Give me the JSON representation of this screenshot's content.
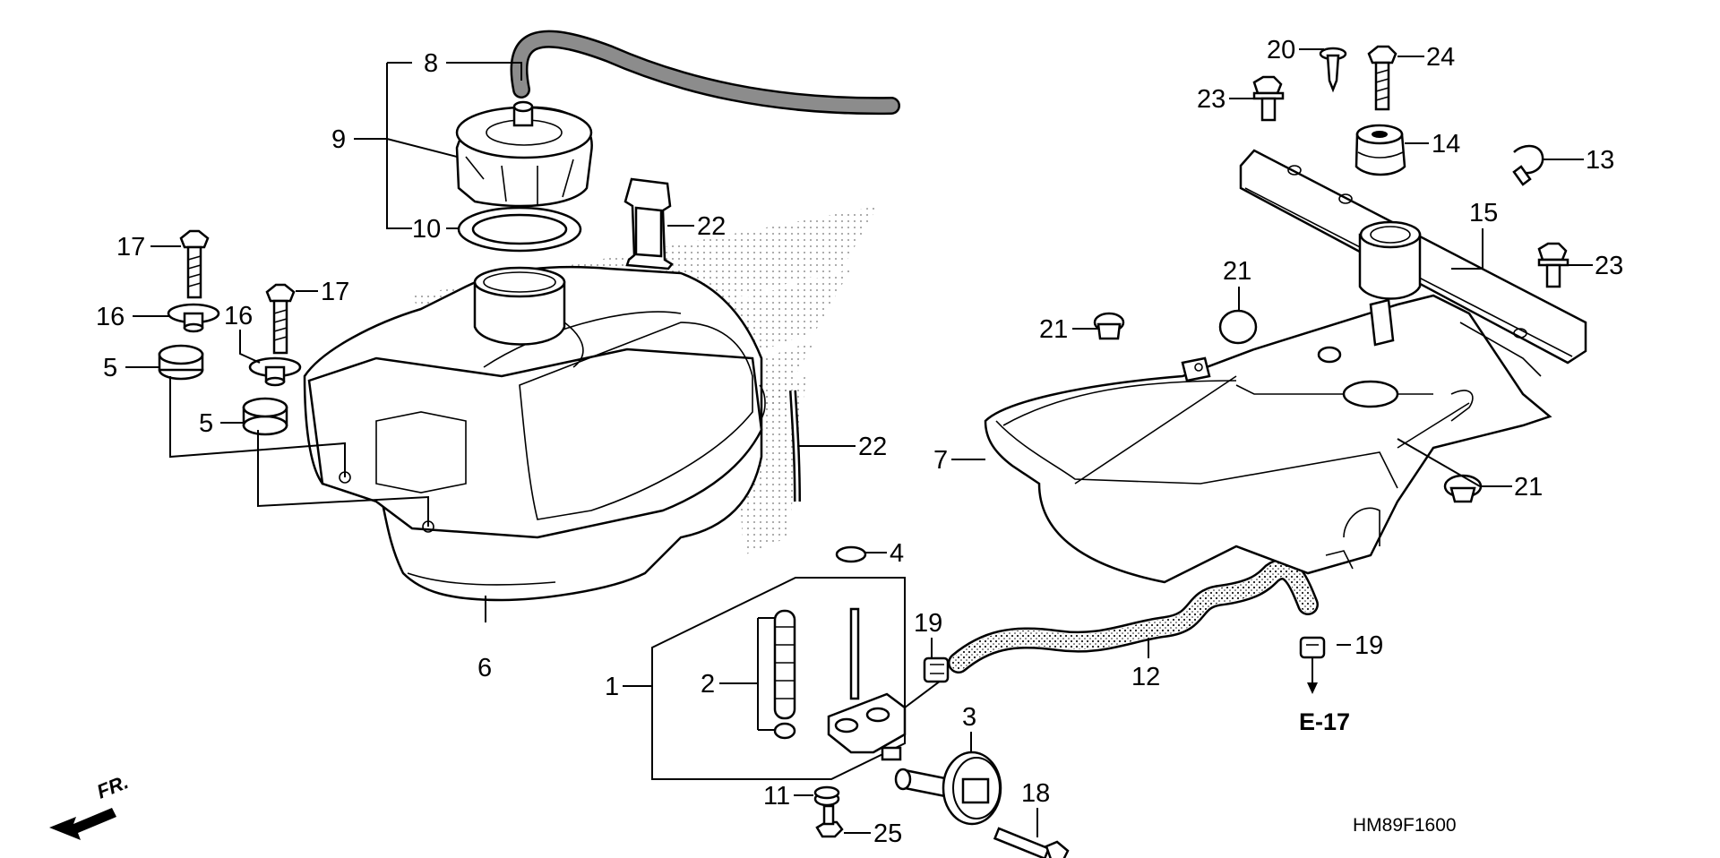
{
  "diagram": {
    "code": "HM89F1600",
    "reference": "E-17",
    "direction": "FR.",
    "callouts": [
      {
        "id": "c1",
        "text": "1"
      },
      {
        "id": "c2",
        "text": "2"
      },
      {
        "id": "c3",
        "text": "3"
      },
      {
        "id": "c4",
        "text": "4"
      },
      {
        "id": "c5a",
        "text": "5"
      },
      {
        "id": "c5b",
        "text": "5"
      },
      {
        "id": "c6",
        "text": "6"
      },
      {
        "id": "c7",
        "text": "7"
      },
      {
        "id": "c8",
        "text": "8"
      },
      {
        "id": "c9",
        "text": "9"
      },
      {
        "id": "c10",
        "text": "10"
      },
      {
        "id": "c11",
        "text": "11"
      },
      {
        "id": "c12",
        "text": "12"
      },
      {
        "id": "c13",
        "text": "13"
      },
      {
        "id": "c14",
        "text": "14"
      },
      {
        "id": "c15",
        "text": "15"
      },
      {
        "id": "c16a",
        "text": "16"
      },
      {
        "id": "c16b",
        "text": "16"
      },
      {
        "id": "c17a",
        "text": "17"
      },
      {
        "id": "c17b",
        "text": "17"
      },
      {
        "id": "c18",
        "text": "18"
      },
      {
        "id": "c19a",
        "text": "19"
      },
      {
        "id": "c19b",
        "text": "19"
      },
      {
        "id": "c20",
        "text": "20"
      },
      {
        "id": "c21a",
        "text": "21"
      },
      {
        "id": "c21b",
        "text": "21"
      },
      {
        "id": "c21c",
        "text": "21"
      },
      {
        "id": "c22a",
        "text": "22"
      },
      {
        "id": "c22b",
        "text": "22"
      },
      {
        "id": "c23a",
        "text": "23"
      },
      {
        "id": "c23b",
        "text": "23"
      },
      {
        "id": "c24",
        "text": "24"
      },
      {
        "id": "c25",
        "text": "25"
      }
    ]
  }
}
